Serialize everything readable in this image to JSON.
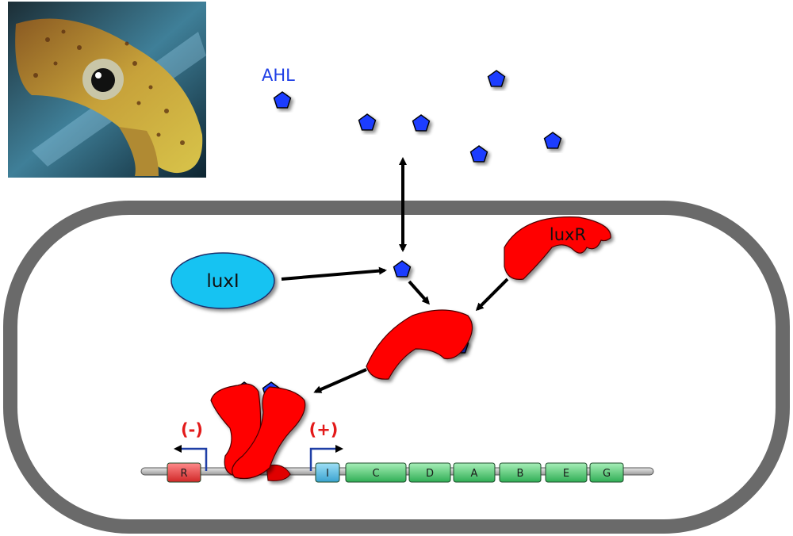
{
  "labels": {
    "ahl": "AHL",
    "luxI_protein": "luxI",
    "luxR_protein": "luxR",
    "neg_reg": "(-)",
    "pos_reg": "(+)"
  },
  "genes": [
    {
      "label": "R",
      "kind": "regulator"
    },
    {
      "label": "I",
      "kind": "synthase"
    },
    {
      "label": "C",
      "kind": "operon"
    },
    {
      "label": "D",
      "kind": "operon"
    },
    {
      "label": "A",
      "kind": "operon"
    },
    {
      "label": "B",
      "kind": "operon"
    },
    {
      "label": "E",
      "kind": "operon"
    },
    {
      "label": "G",
      "kind": "operon"
    }
  ],
  "colors": {
    "ahl": "#1a3dff",
    "ahl_text": "#1f3fe6",
    "luxR": "#ff0000",
    "luxI": "#19c3f2",
    "cell_wall": "#6a6a6a",
    "gene_R": "#e0393c",
    "gene_I": "#4fb7e0",
    "gene_operon": "#3fc26a",
    "promoter": "#1f3fa6",
    "regulation": "#e31a1a"
  },
  "photo": {
    "subject": "squid photograph",
    "icon": "squid-photo"
  }
}
